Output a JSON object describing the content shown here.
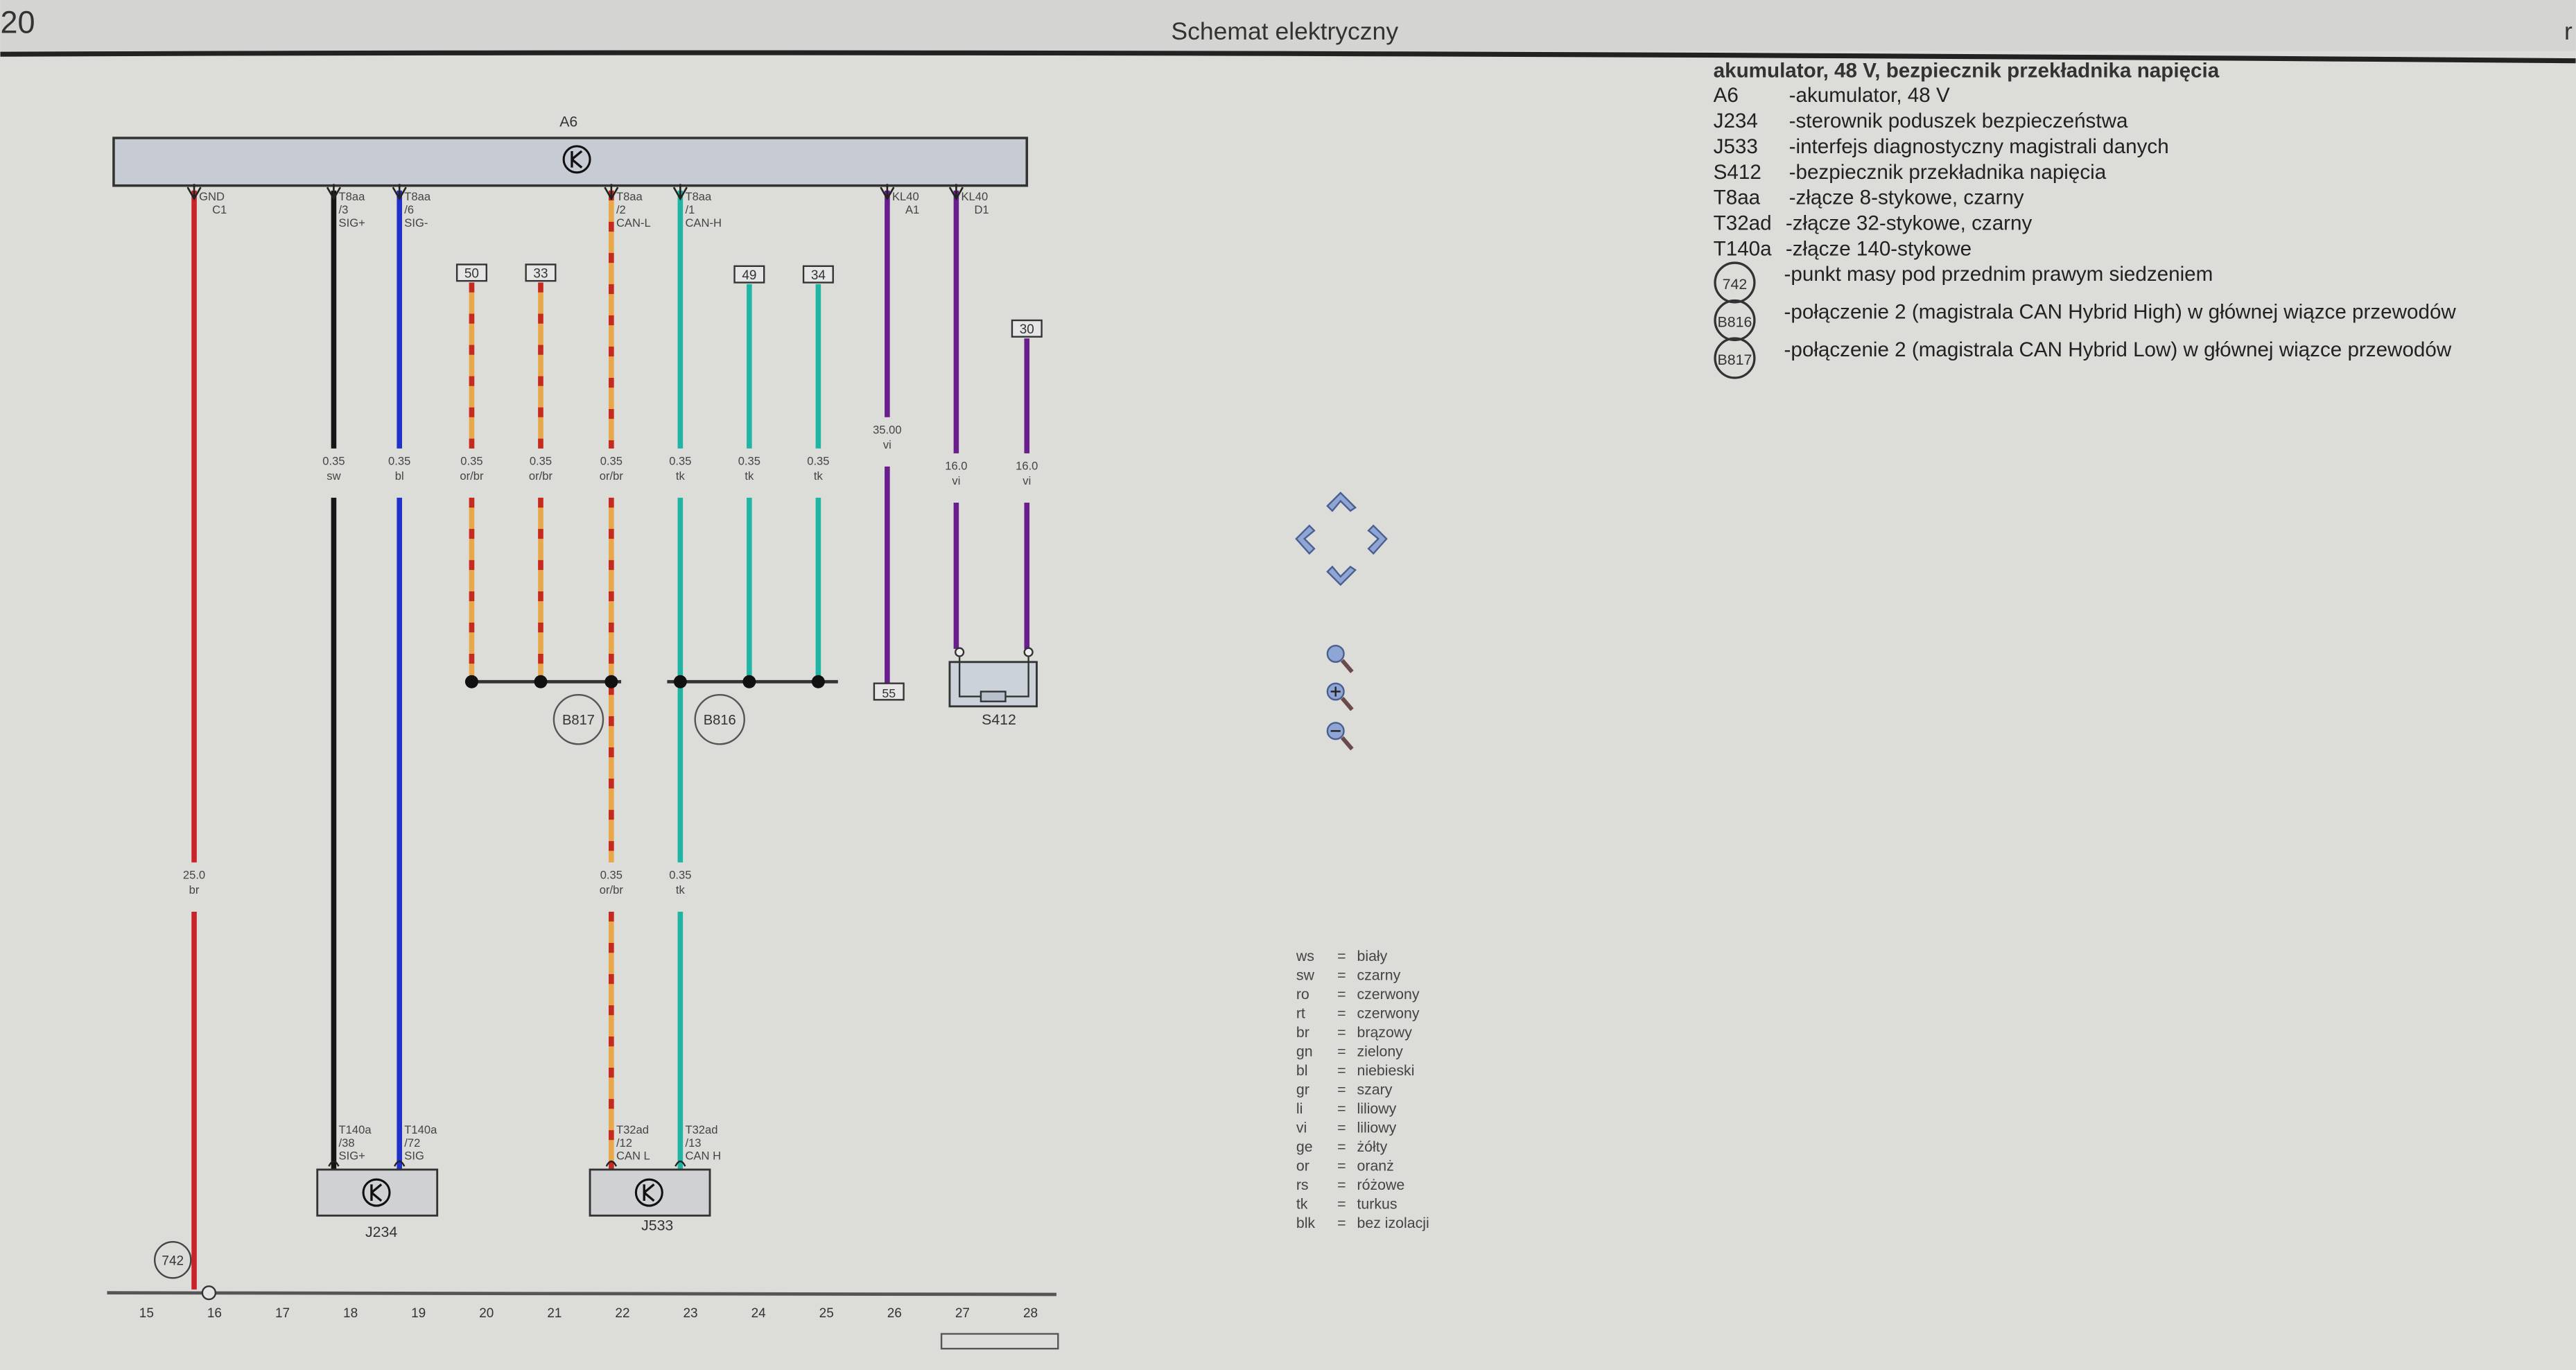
{
  "header": {
    "page_number": "20",
    "title": "Schemat elektryczny",
    "right_fragment": "r"
  },
  "legend": {
    "title": "akumulator, 48 V, bezpiecznik przekładnika napięcia",
    "items": [
      {
        "code": "A6",
        "desc": "-akumulator, 48 V"
      },
      {
        "code": "J234",
        "desc": "-sterownik poduszek bezpieczeństwa"
      },
      {
        "code": "J533",
        "desc": "-interfejs diagnostyczny magistrali danych"
      },
      {
        "code": "S412",
        "desc": "-bezpiecznik przekładnika napięcia"
      },
      {
        "code": "T8aa",
        "desc": "-złącze 8-stykowe, czarny"
      },
      {
        "code": "T32ad",
        "desc": "-złącze 32-stykowe, czarny"
      },
      {
        "code": "T140a",
        "desc": "-złącze 140-stykowe"
      }
    ],
    "circle_items": [
      {
        "code": "742",
        "desc": "-punkt masy pod przednim prawym siedzeniem"
      },
      {
        "code": "B816",
        "desc": "-połączenie 2 (magistrala CAN Hybrid High) w głównej wiązce przewodów"
      },
      {
        "code": "B817",
        "desc": "-połączenie 2 (magistrala CAN Hybrid Low) w głównej wiązce przewodów"
      }
    ]
  },
  "color_codes": [
    {
      "code": "ws",
      "name": "biały"
    },
    {
      "code": "sw",
      "name": "czarny"
    },
    {
      "code": "ro",
      "name": "czerwony"
    },
    {
      "code": "rt",
      "name": "czerwony"
    },
    {
      "code": "br",
      "name": "brązowy"
    },
    {
      "code": "gn",
      "name": "zielony"
    },
    {
      "code": "bl",
      "name": "niebieski"
    },
    {
      "code": "gr",
      "name": "szary"
    },
    {
      "code": "li",
      "name": "liliowy"
    },
    {
      "code": "vi",
      "name": "liliowy"
    },
    {
      "code": "ge",
      "name": "żółty"
    },
    {
      "code": "or",
      "name": "oranż"
    },
    {
      "code": "rs",
      "name": "różowe"
    },
    {
      "code": "tk",
      "name": "turkus"
    },
    {
      "code": "blk",
      "name": "bez izolacji"
    }
  ],
  "components": {
    "a6": "A6",
    "j234": "J234",
    "j533": "J533",
    "s412": "S412",
    "ground": "742",
    "b817": "B817",
    "b816": "B816",
    "pin55": "55"
  },
  "wires": [
    {
      "top": [
        "GND",
        "C1"
      ],
      "gauge": [
        "25.0",
        "br"
      ],
      "gauge2": null,
      "bottom": null,
      "color": "#c8232a",
      "striped": false
    },
    {
      "top": [
        "T8aa",
        "/3",
        "SIG+"
      ],
      "gauge": [
        "0.35",
        "sw"
      ],
      "bottom": [
        "T140a",
        "/38",
        "SIG+"
      ],
      "color": "#151515",
      "striped": false
    },
    {
      "top": [
        "T8aa",
        "/6",
        "SIG-"
      ],
      "gauge": [
        "0.35",
        "bl"
      ],
      "bottom": [
        "T140a",
        "/72",
        "SIG"
      ],
      "color": "#2030c8",
      "striped": false
    },
    {
      "box": "50",
      "gauge": [
        "0.35",
        "or/br"
      ],
      "color": "#e8a84a",
      "striped": true
    },
    {
      "box": "33",
      "gauge": [
        "0.35",
        "or/br"
      ],
      "color": "#e8a84a",
      "striped": true
    },
    {
      "top": [
        "T8aa",
        "/2",
        "CAN-L"
      ],
      "gauge": [
        "0.35",
        "or/br"
      ],
      "gauge2": [
        "0.35",
        "or/br"
      ],
      "bottom": [
        "T32ad",
        "/12",
        "CAN L"
      ],
      "color": "#e8a84a",
      "striped": true
    },
    {
      "top": [
        "T8aa",
        "/1",
        "CAN-H"
      ],
      "gauge": [
        "0.35",
        "tk"
      ],
      "gauge2": [
        "0.35",
        "tk"
      ],
      "bottom": [
        "T32ad",
        "/13",
        "CAN H"
      ],
      "color": "#1fb5a5",
      "striped": false
    },
    {
      "box": "49",
      "gauge": [
        "0.35",
        "tk"
      ],
      "color": "#1fb5a5",
      "striped": false
    },
    {
      "box": "34",
      "gauge": [
        "0.35",
        "tk"
      ],
      "color": "#1fb5a5",
      "striped": false
    },
    {
      "top": [
        "KL40",
        "A1"
      ],
      "gauge": [
        "35.00",
        "vi"
      ],
      "color": "#6a1d8c",
      "striped": false
    },
    {
      "top": [
        "KL40",
        "D1"
      ],
      "gauge": [
        "16.0",
        "vi"
      ],
      "color": "#6a1d8c",
      "striped": false
    },
    {
      "box": "30",
      "gauge": [
        "16.0",
        "vi"
      ],
      "color": "#6a1d8c",
      "striped": false
    }
  ],
  "ticks": [
    "15",
    "16",
    "17",
    "18",
    "19",
    "20",
    "21",
    "22",
    "23",
    "24",
    "25",
    "26",
    "27",
    "28"
  ],
  "nav": {
    "up": "pan-up",
    "left": "pan-left",
    "right": "pan-right",
    "down": "pan-down",
    "zoom": "zoom-fit",
    "zoom_in": "zoom-in",
    "zoom_out": "zoom-out"
  }
}
